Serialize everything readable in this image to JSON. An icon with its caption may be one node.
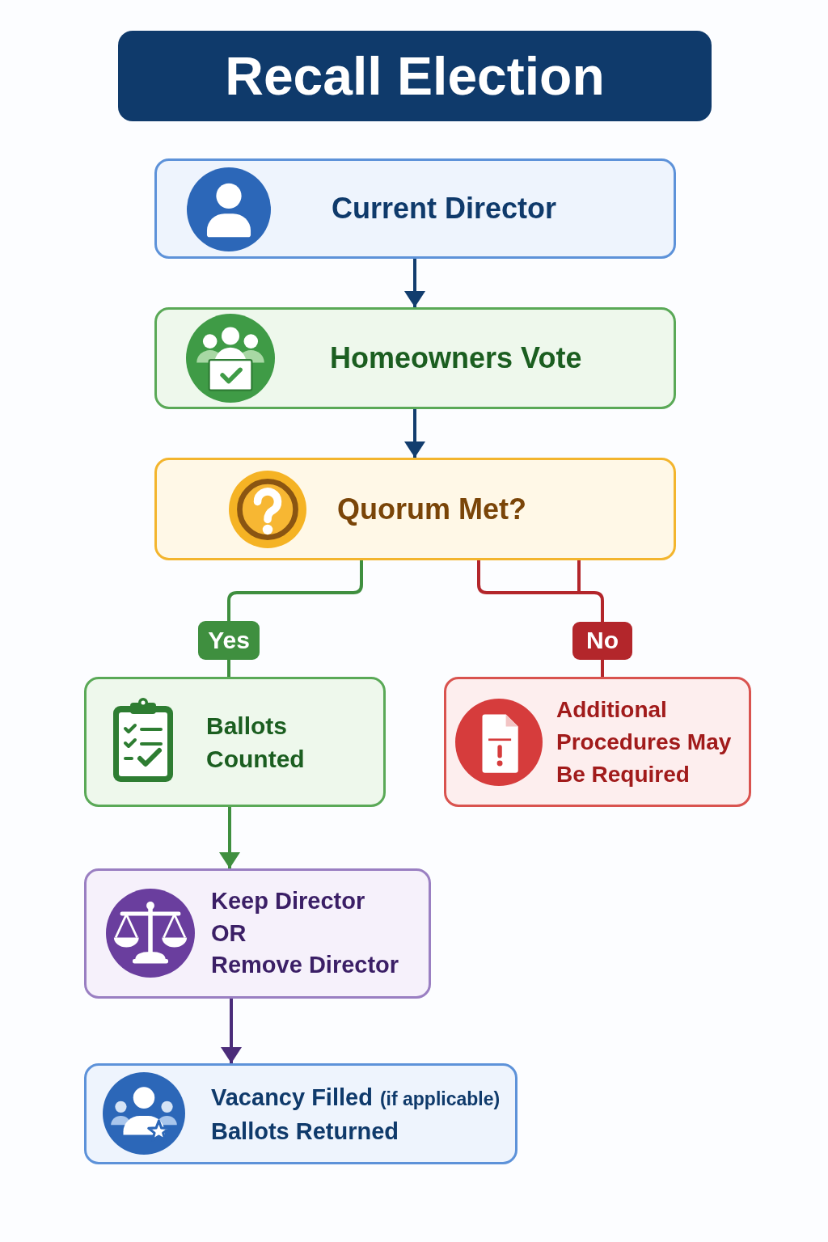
{
  "diagram": {
    "title": "Recall Election",
    "nodes": [
      {
        "text": [
          "Current Director"
        ]
      },
      {
        "text": [
          "Homeowners Vote"
        ]
      },
      {
        "text": [
          "Quorum Met?"
        ]
      },
      {
        "text": [
          "Ballots Counted"
        ]
      },
      {
        "text": [
          "Additional Procedures May Be Required"
        ]
      },
      {
        "text": [
          "Keep Director",
          "OR",
          "Remove Director"
        ]
      },
      {
        "text": [
          "Vacancy Filled",
          "(if applicable)",
          "Ballots Returned"
        ]
      }
    ],
    "edges": [
      {
        "from": 0,
        "to": 1,
        "arrow": "to"
      },
      {
        "from": 1,
        "to": 2,
        "arrow": "to"
      },
      {
        "from": 2,
        "to": 3,
        "arrow": "none",
        "label": "Yes",
        "color": "#3f8f3f"
      },
      {
        "from": 2,
        "to": 4,
        "arrow": "none",
        "label": "No",
        "color": "#b3262b"
      },
      {
        "from": 3,
        "to": 5,
        "arrow": "to",
        "color": "#3f8f3f"
      },
      {
        "from": 5,
        "to": 6,
        "arrow": "to",
        "color": "#4b2c7a"
      }
    ]
  }
}
